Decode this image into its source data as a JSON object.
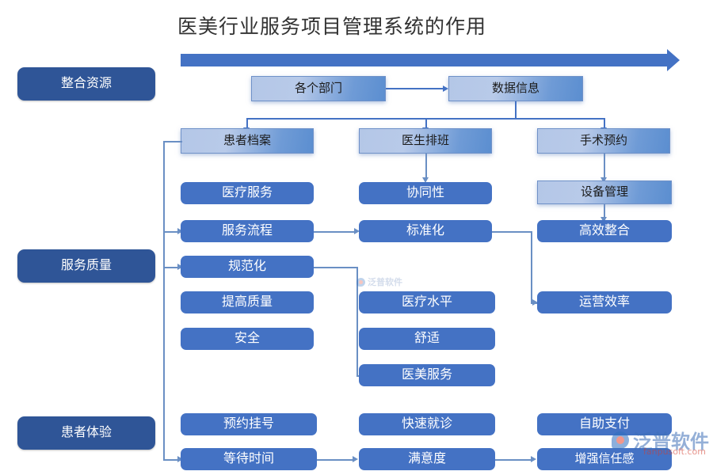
{
  "title": "医美行业服务项目管理系统的作用",
  "categories": [
    {
      "label": "整合资源",
      "name": "category-integration"
    },
    {
      "label": "服务质量",
      "name": "category-service-quality"
    },
    {
      "label": "患者体验",
      "name": "category-patient-experience"
    }
  ],
  "top_flow": [
    {
      "label": "各个部门",
      "name": "node-departments"
    },
    {
      "label": "数据信息",
      "name": "node-data-info"
    }
  ],
  "modules": [
    {
      "label": "患者档案",
      "name": "node-patient-records"
    },
    {
      "label": "医生排班",
      "name": "node-doctor-scheduling"
    },
    {
      "label": "手术预约",
      "name": "node-surgery-booking"
    }
  ],
  "col_left": [
    {
      "label": "医疗服务",
      "name": "node-medical-service"
    },
    {
      "label": "服务流程",
      "name": "node-service-process"
    },
    {
      "label": "规范化",
      "name": "node-standardized"
    },
    {
      "label": "提高质量",
      "name": "node-improve-quality"
    },
    {
      "label": "安全",
      "name": "node-safety"
    }
  ],
  "col_mid": [
    {
      "label": "协同性",
      "name": "node-collaboration"
    },
    {
      "label": "标准化",
      "name": "node-standardization"
    },
    {
      "label": "医疗水平",
      "name": "node-medical-level"
    },
    {
      "label": "舒适",
      "name": "node-comfort"
    },
    {
      "label": "医美服务",
      "name": "node-aesthetic-service"
    }
  ],
  "col_right": [
    {
      "label": "设备管理",
      "name": "node-equipment-management"
    },
    {
      "label": "高效整合",
      "name": "node-efficient-integration"
    },
    {
      "label": "运营效率",
      "name": "node-operational-efficiency"
    }
  ],
  "bottom": [
    {
      "label": "预约挂号",
      "name": "node-appointment-registration"
    },
    {
      "label": "快速就诊",
      "name": "node-fast-consultation"
    },
    {
      "label": "自助支付",
      "name": "node-self-payment"
    },
    {
      "label": "等待时间",
      "name": "node-waiting-time"
    },
    {
      "label": "满意度",
      "name": "node-satisfaction"
    },
    {
      "label": "增强信任感",
      "name": "node-enhance-trust"
    }
  ],
  "watermark": {
    "brand": "泛普软件",
    "url": "fanpusoft.com"
  },
  "colors": {
    "accent": "#4472c4",
    "category": "#2f5597",
    "glass_light": "#b4c7e7",
    "glass_dark": "#5b8ed0",
    "text_dark": "#1b1b1b",
    "text_light": "#ffffff",
    "title": "#323232"
  }
}
